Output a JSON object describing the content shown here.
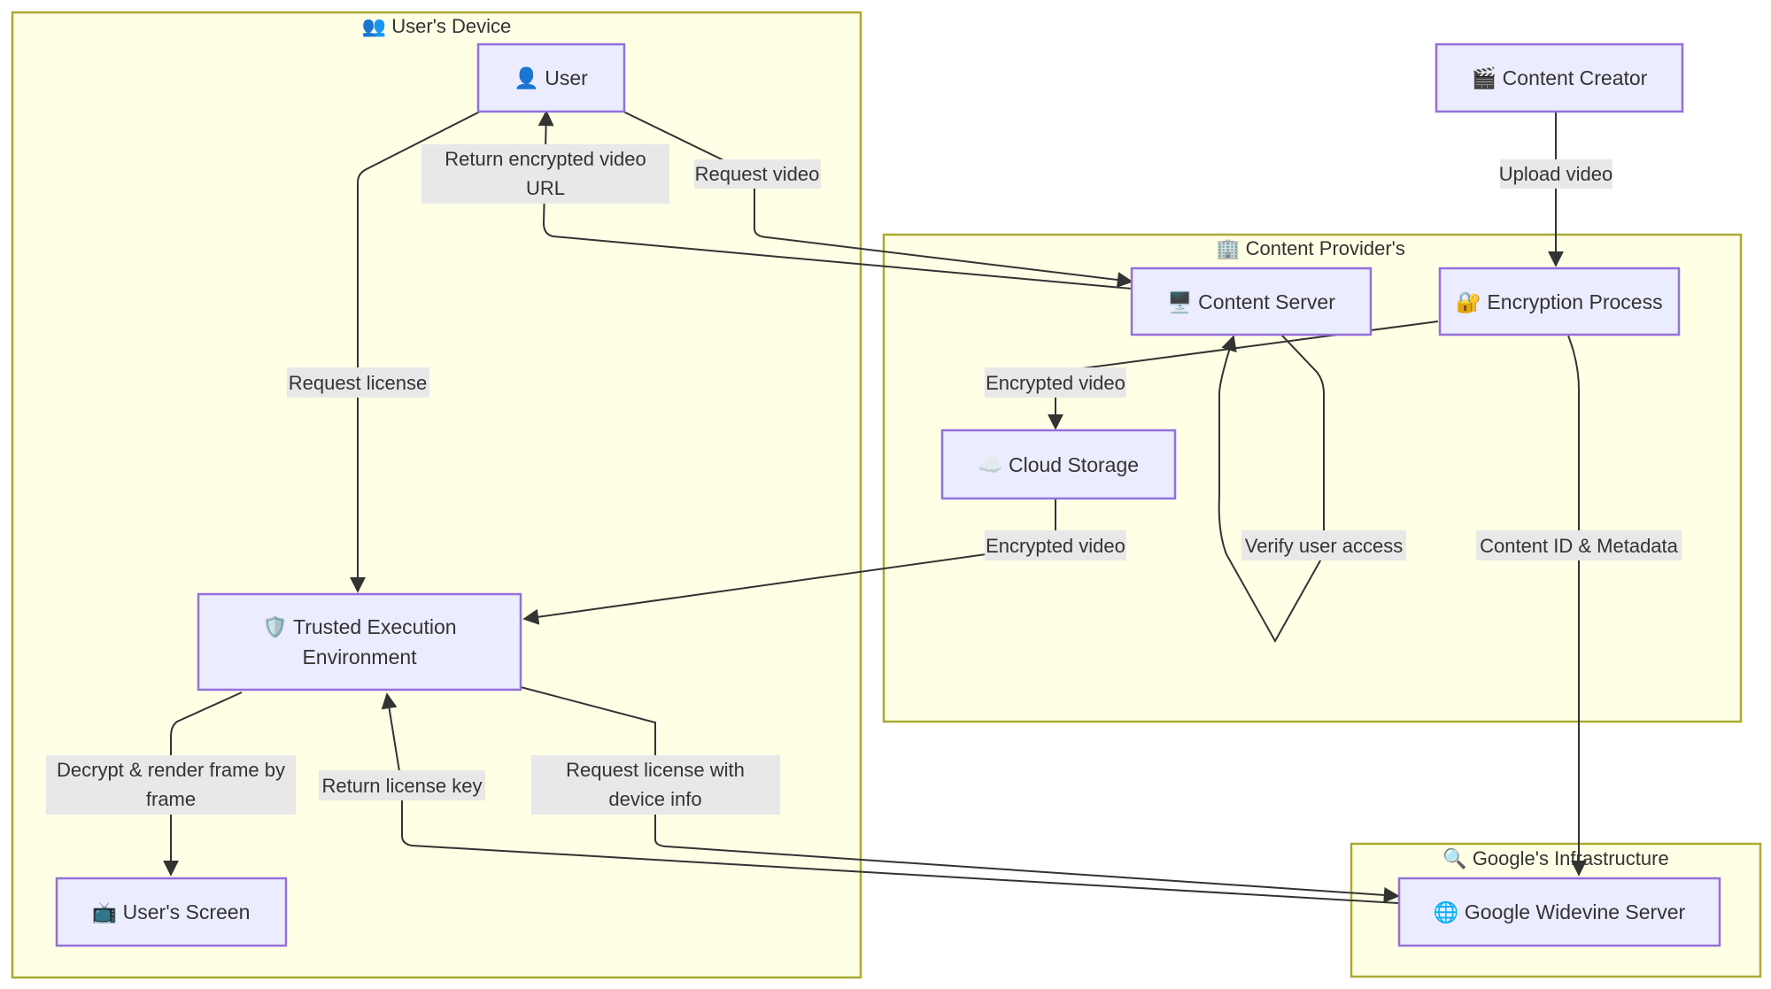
{
  "clusters": {
    "users_device": "👥 User's Device",
    "content_provider": "🏢 Content Provider's",
    "google_infra": "🔍 Google's Infrastructure"
  },
  "nodes": {
    "user": "👤 User",
    "content_creator": "🎬 Content Creator",
    "content_server": "🖥️ Content Server",
    "encryption_process": "🔐 Encryption Process",
    "cloud_storage": "☁️ Cloud Storage",
    "tee_line1": "🛡️ Trusted Execution",
    "tee_line2": "Environment",
    "users_screen": "📺 User's Screen",
    "widevine": "🌐 Google Widevine Server"
  },
  "edges": {
    "return_url_line1": "Return encrypted video",
    "return_url_line2": "URL",
    "request_video": "Request video",
    "upload_video": "Upload video",
    "request_license": "Request license",
    "encrypted_video_1": "Encrypted video",
    "encrypted_video_2": "Encrypted video",
    "verify_user_access": "Verify user access",
    "content_id_metadata": "Content ID & Metadata",
    "decrypt_line1": "Decrypt & render frame by",
    "decrypt_line2": "frame",
    "return_license_key": "Return license key",
    "request_license_device_line1": "Request license with",
    "request_license_device_line2": "device info"
  }
}
